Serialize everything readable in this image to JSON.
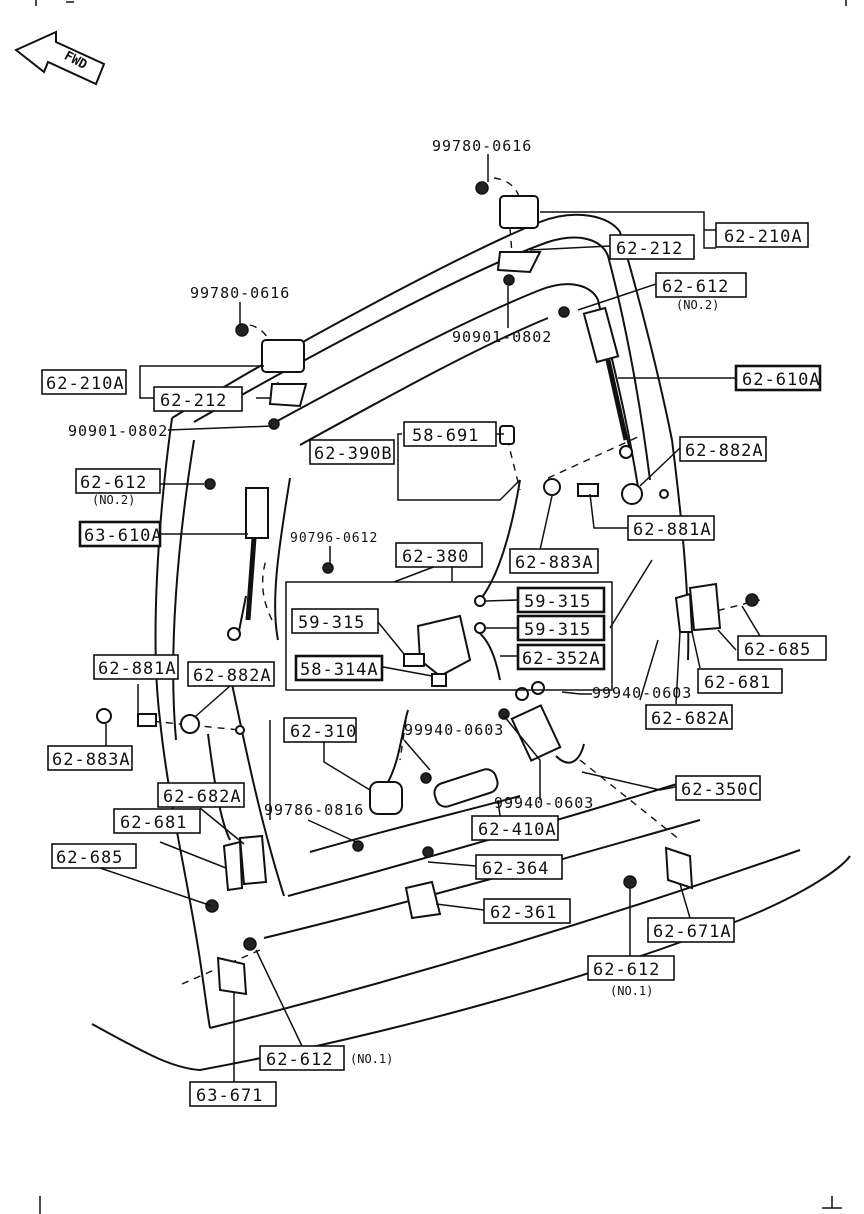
{
  "fwd_label": "FWD",
  "labels": {
    "p_62_210A_top": "62-210A",
    "p_62_212_top": "62-212",
    "p_62_612_no2_right": "62-612",
    "p_62_610A": "62-610A",
    "p_62_882A_right": "62-882A",
    "p_62_881A_right": "62-881A",
    "p_62_883A_right": "62-883A",
    "p_62_210A_left": "62-210A",
    "p_62_212_left": "62-212",
    "p_62_612_no2_left": "62-612",
    "p_63_610A": "63-610A",
    "p_62_390B": "62-390B",
    "p_58_691": "58-691",
    "p_62_380": "62-380",
    "p_59_315_a": "59-315",
    "p_59_315_b": "59-315",
    "p_59_315_c": "59-315",
    "p_58_314A": "58-314A",
    "p_62_352A": "62-352A",
    "p_62_685_right": "62-685",
    "p_62_681_right": "62-681",
    "p_62_682A_right": "62-682A",
    "p_62_881A_left": "62-881A",
    "p_62_882A_left": "62-882A",
    "p_62_883A_left": "62-883A",
    "p_62_310": "62-310",
    "p_62_350C": "62-350C",
    "p_62_410A": "62-410A",
    "p_62_682A_left": "62-682A",
    "p_62_681_left": "62-681",
    "p_62_685_left": "62-685",
    "p_62_364": "62-364",
    "p_62_361": "62-361",
    "p_62_671A": "62-671A",
    "p_62_612_no1_right": "62-612",
    "p_62_612_no1_left": "62-612",
    "p_63_671": "63-671"
  },
  "plain_numbers": {
    "n_99780_0616_top": "99780-0616",
    "n_99780_0616_left": "99780-0616",
    "n_90901_0802_top": "90901-0802",
    "n_90901_0802_left": "90901-0802",
    "n_90796_0612": "90796-0612",
    "n_99940_0603_right": "99940-0603",
    "n_99940_0603_mid": "99940-0603",
    "n_99940_0603_low": "99940-0603",
    "n_99786_0816": "99786-0816"
  },
  "notes": {
    "no2_right": "(NO.2)",
    "no2_left": "(NO.2)",
    "no1_right": "(NO.1)",
    "no1_left": "(NO.1)"
  }
}
